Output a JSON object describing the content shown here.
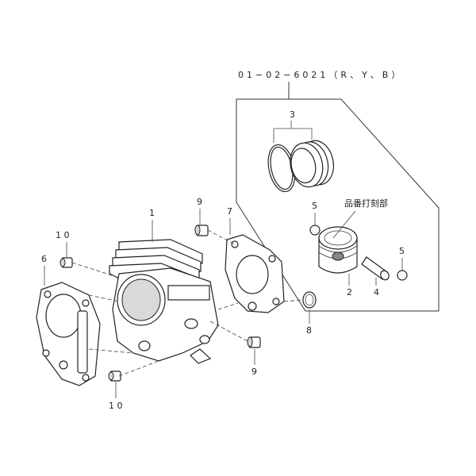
{
  "kit": {
    "part_number": "01−02−6021（R、Y、B）"
  },
  "callouts": {
    "c1": "1",
    "c2": "2",
    "c3": "3",
    "c4": "4",
    "c5a": "5",
    "c5b": "5",
    "c6": "6",
    "c7": "7",
    "c8": "8",
    "c9a": "9",
    "c9b": "9",
    "c10a": "1 0",
    "c10b": "1 0"
  },
  "notes": {
    "stamp_area": "品番打刻部"
  }
}
